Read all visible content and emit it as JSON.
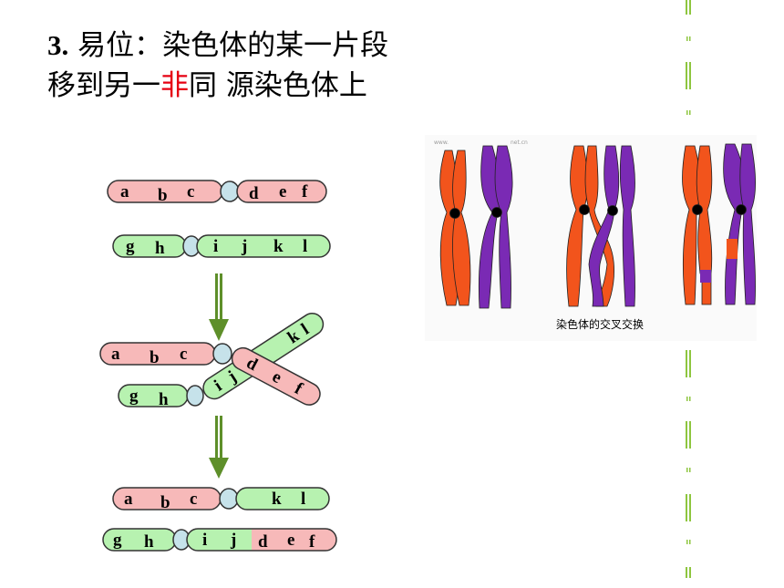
{
  "heading": {
    "prefix": "3.",
    "part1": " 易位：染色体的某一片段移到另一",
    "highlight": "非",
    "part2": "同 源染色体上"
  },
  "diagram": {
    "top_row1": {
      "left_genes": [
        "a",
        "b",
        "c"
      ],
      "right_genes": [
        "d",
        "e",
        "f"
      ]
    },
    "top_row2": {
      "left_genes": [
        "g",
        "h"
      ],
      "right_genes": [
        "i",
        "j",
        "k",
        "l"
      ]
    },
    "mid_row1": {
      "left_genes": [
        "a",
        "b",
        "c"
      ]
    },
    "mid_cross_a": {
      "genes": [
        "i",
        "j",
        "k",
        "l"
      ]
    },
    "mid_cross_b": {
      "genes": [
        "d",
        "e",
        "f"
      ]
    },
    "mid_row2": {
      "left_genes": [
        "g",
        "h"
      ]
    },
    "bottom_row1": {
      "left_genes": [
        "a",
        "b",
        "c"
      ],
      "right_genes": [
        "k",
        "l"
      ]
    },
    "bottom_row2": {
      "left_genes": [
        "g",
        "h"
      ],
      "right_genes": [
        "i",
        "j",
        "d",
        "e",
        "f"
      ]
    }
  },
  "crossover": {
    "caption": "染色体的交叉交换",
    "watermark": "www.",
    "watermark2": "net.cn"
  },
  "colors": {
    "pink": "#f7b9b9",
    "green": "#b7f2b0",
    "arrow": "#5e8f2a",
    "orange": "#f2541c",
    "purple": "#7a2ab4",
    "highlight": "#e60012",
    "deco": "#8ec63f"
  }
}
